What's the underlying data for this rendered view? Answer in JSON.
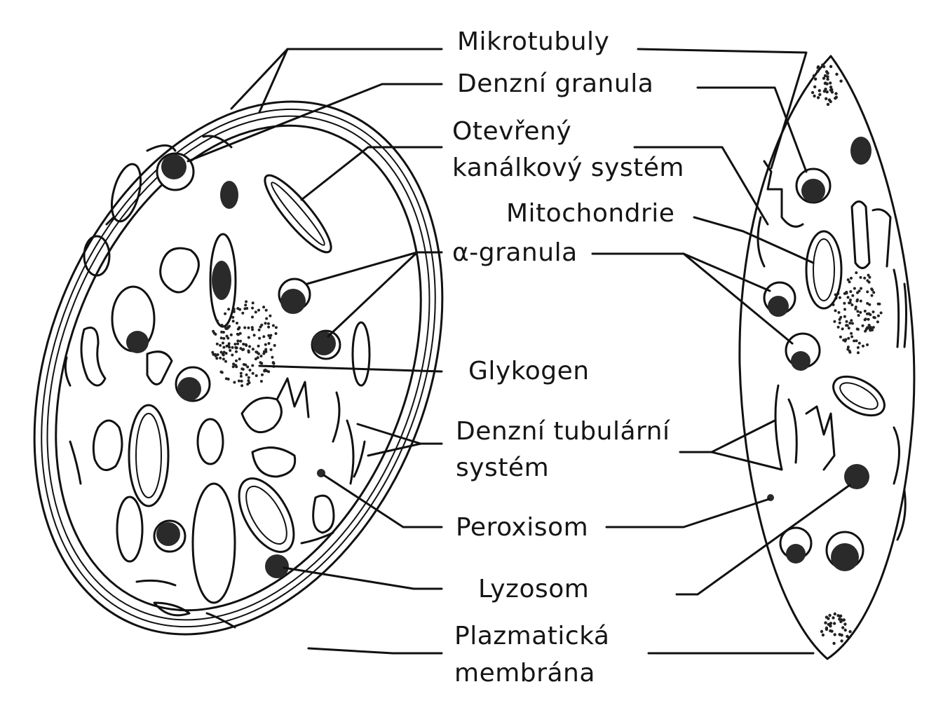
{
  "labels": {
    "mikrotubuly": "Mikrotubuly",
    "denzni_granula": "Denzní granula",
    "oteveny_line1": "Otevřený",
    "oteveny_line2": "kanálkový systém",
    "mitochondrie": "Mitochondrie",
    "alpha_granula": "α-granula",
    "glykogen": "Glykogen",
    "dts_line1": "Denzní tubulární",
    "dts_line2": "systém",
    "peroxisom": "Peroxisom",
    "lyzosom": "Lyzosom",
    "plazma_line1": "Plazmatická",
    "plazma_line2": "membrána"
  },
  "colors": {
    "ink": "#111111",
    "background": "#ffffff",
    "granule": "#2a2a2a"
  }
}
